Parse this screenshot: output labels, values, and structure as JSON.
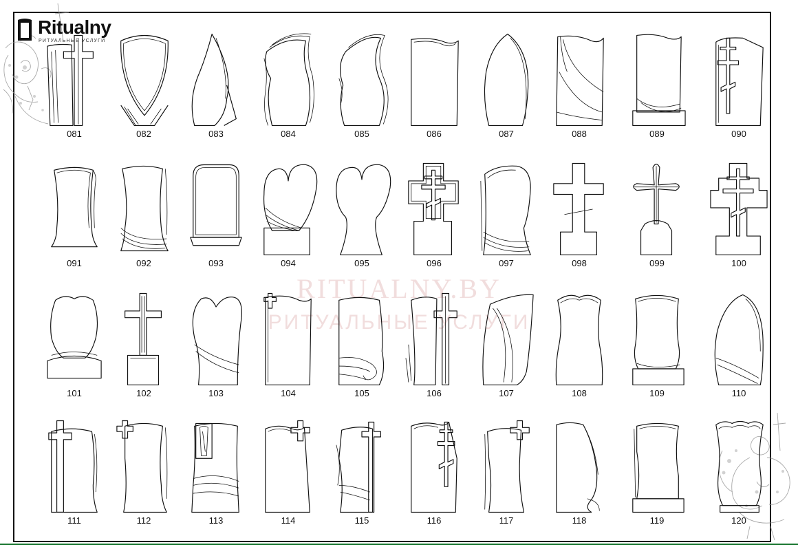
{
  "brand": {
    "name": "Ritualny",
    "subtitle": "РИТУАЛЬНЫЕ УСЛУГИ"
  },
  "watermark": {
    "line1": "RITUALNY.BY",
    "line2": "РИТУАЛЬНЫЕ УСЛУГИ"
  },
  "colors": {
    "ink": "#111111",
    "frame": "#111111",
    "bottom_rule": "#1f7a35",
    "watermark": "#d29696"
  },
  "icons": [
    "angel-decoration-left",
    "angel-decoration-right"
  ],
  "catalog": {
    "rows": [
      {
        "items": [
          {
            "code": "081",
            "shape": "book-cross"
          },
          {
            "code": "082",
            "shape": "shield-fan"
          },
          {
            "code": "083",
            "shape": "flame"
          },
          {
            "code": "084",
            "shape": "wave-layered"
          },
          {
            "code": "085",
            "shape": "wave-s"
          },
          {
            "code": "086",
            "shape": "flag-top"
          },
          {
            "code": "087",
            "shape": "leaf"
          },
          {
            "code": "088",
            "shape": "drape-flag"
          },
          {
            "code": "089",
            "shape": "drape-base"
          },
          {
            "code": "090",
            "shape": "ortho-cross-slab"
          }
        ]
      },
      {
        "items": [
          {
            "code": "091",
            "shape": "curved-slab"
          },
          {
            "code": "092",
            "shape": "curved-drape"
          },
          {
            "code": "093",
            "shape": "arched-frame"
          },
          {
            "code": "094",
            "shape": "heart-base"
          },
          {
            "code": "095",
            "shape": "heart-stem"
          },
          {
            "code": "096",
            "shape": "cross-block"
          },
          {
            "code": "097",
            "shape": "hood-drape"
          },
          {
            "code": "098",
            "shape": "simple-cross"
          },
          {
            "code": "099",
            "shape": "trefoil-cross"
          },
          {
            "code": "100",
            "shape": "ortho-cross-block"
          }
        ]
      },
      {
        "items": [
          {
            "code": "101",
            "shape": "tulip"
          },
          {
            "code": "102",
            "shape": "thin-cross"
          },
          {
            "code": "103",
            "shape": "heart-wave"
          },
          {
            "code": "104",
            "shape": "slab-cross-corner"
          },
          {
            "code": "105",
            "shape": "swirl"
          },
          {
            "code": "106",
            "shape": "slab-cross-right"
          },
          {
            "code": "107",
            "shape": "angled-leaf"
          },
          {
            "code": "108",
            "shape": "rounded-wave"
          },
          {
            "code": "109",
            "shape": "rounded-base"
          },
          {
            "code": "110",
            "shape": "leaf-drape"
          }
        ]
      },
      {
        "items": [
          {
            "code": "111",
            "shape": "plain-cross-slab"
          },
          {
            "code": "112",
            "shape": "cross-corner-slab"
          },
          {
            "code": "113",
            "shape": "icon-drape"
          },
          {
            "code": "114",
            "shape": "flag-cross"
          },
          {
            "code": "115",
            "shape": "wave-cross"
          },
          {
            "code": "116",
            "shape": "ortho-flag"
          },
          {
            "code": "117",
            "shape": "cross-pillar"
          },
          {
            "code": "118",
            "shape": "hook-bottom"
          },
          {
            "code": "119",
            "shape": "curved-top-base"
          },
          {
            "code": "120",
            "shape": "vase-scallop"
          }
        ]
      }
    ]
  }
}
